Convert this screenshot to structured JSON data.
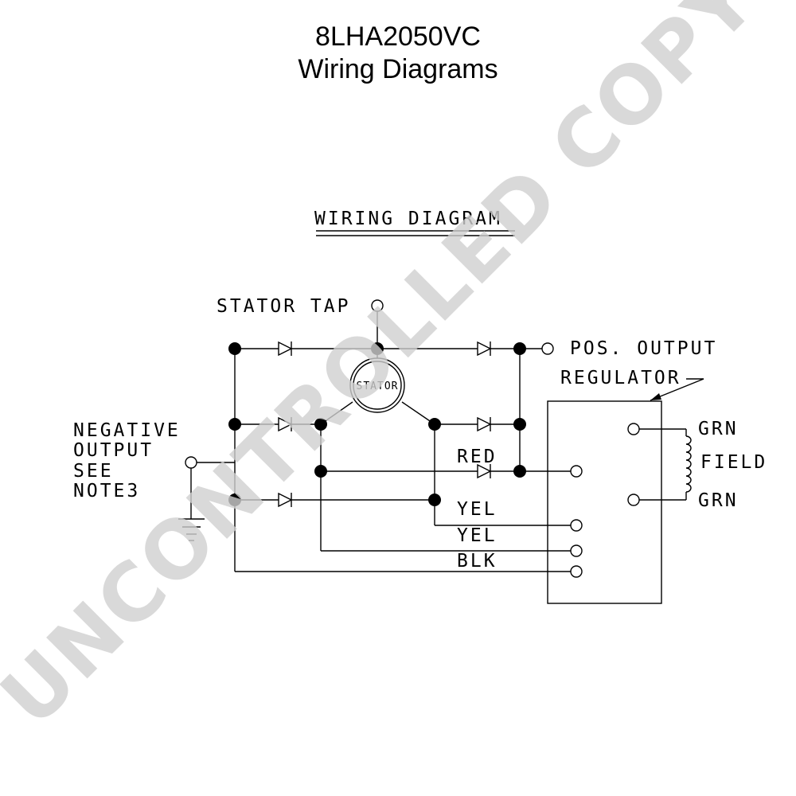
{
  "header": {
    "model": "8LHA2050VC",
    "subtitle": "Wiring Diagrams"
  },
  "diagram": {
    "heading": "WIRING DIAGRAM",
    "stator_tap": "STATOR TAP",
    "stator": "STATOR",
    "pos_output": "POS. OUTPUT",
    "regulator": "REGULATOR",
    "negative_output": [
      "NEGATIVE",
      "OUTPUT",
      "SEE",
      "NOTE3"
    ],
    "wires": {
      "red": "RED",
      "yel1": "YEL",
      "yel2": "YEL",
      "blk": "BLK",
      "grn1": "GRN",
      "grn2": "GRN",
      "field": "FIELD"
    }
  },
  "watermark": "UNCONTROLLED COPY"
}
